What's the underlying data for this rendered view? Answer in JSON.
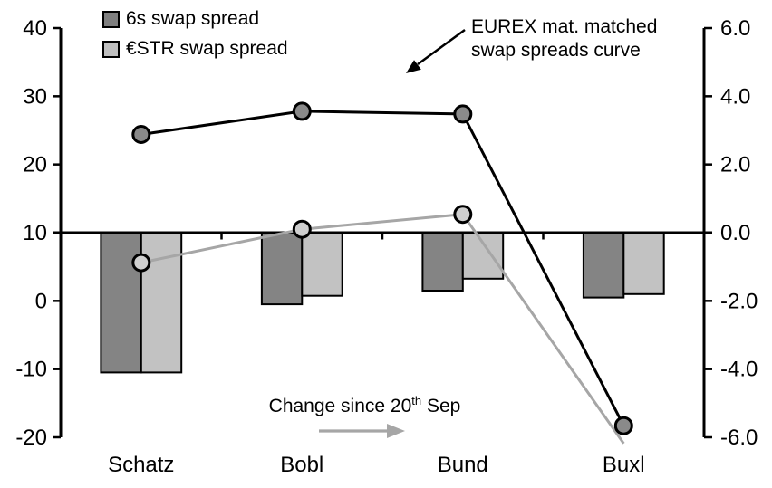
{
  "chart_data": {
    "type": "combo bar+line, dual axis",
    "categories": [
      "Schatz",
      "Bobl",
      "Bund",
      "Buxl"
    ],
    "left_axis": {
      "ticks": [
        "40",
        "30",
        "20",
        "10",
        "0",
        "-10",
        "-20"
      ],
      "min": -20,
      "max": 40,
      "zero_line_at_left_value": 10
    },
    "right_axis": {
      "ticks": [
        "6.0",
        "4.0",
        "2.0",
        "0.0",
        "-2.0",
        "-4.0",
        "-6.0"
      ],
      "min": -6.0,
      "max": 6.0
    },
    "legend": [
      {
        "label": "6s swap spread",
        "color": "#7F7F7F"
      },
      {
        "label": "€STR swap spread",
        "color": "#BFBFBF"
      }
    ],
    "bar_series": [
      {
        "name": "6s swap spread change since 20th Sep",
        "axis": "right",
        "color": "#848484",
        "border_color": "#000000",
        "values": [
          -4.1,
          -2.1,
          -1.7,
          -1.9
        ]
      },
      {
        "name": "€STR swap spread change since 20th Sep",
        "axis": "right",
        "color": "#C2C2C2",
        "border_color": "#000000",
        "values": [
          -4.1,
          -1.85,
          -1.35,
          -1.8
        ]
      }
    ],
    "line_series": [
      {
        "name": "6s swap spread level (EUREX mat. matched)",
        "axis": "left",
        "line_color": "#000000",
        "marker_fill": "#8A8A8A",
        "marker_edge": "#000000",
        "values": [
          24.4,
          27.8,
          27.4,
          -18.3
        ],
        "markers": [
          true,
          true,
          true,
          true
        ]
      },
      {
        "name": "€STR swap spread level (EUREX mat. matched)",
        "axis": "left",
        "line_color": "#A6A6A6",
        "marker_fill": "#CFCFCF",
        "marker_edge": "#000000",
        "values": [
          5.6,
          10.5,
          12.7,
          -20.9
        ],
        "markers": [
          true,
          true,
          true,
          false
        ]
      }
    ],
    "annotations": {
      "curve": {
        "line1": "EUREX mat. matched",
        "line2": "swap spreads curve",
        "arrow_color": "#000000"
      },
      "change": {
        "prefix": "Change since 20",
        "superscript": "th",
        "suffix": " Sep",
        "arrow_color": "#A6A6A6"
      }
    },
    "colors": {
      "background": "#FFFFFF",
      "axis": "#000000"
    },
    "grid": "off",
    "legend_position": "top-left inside plot"
  }
}
